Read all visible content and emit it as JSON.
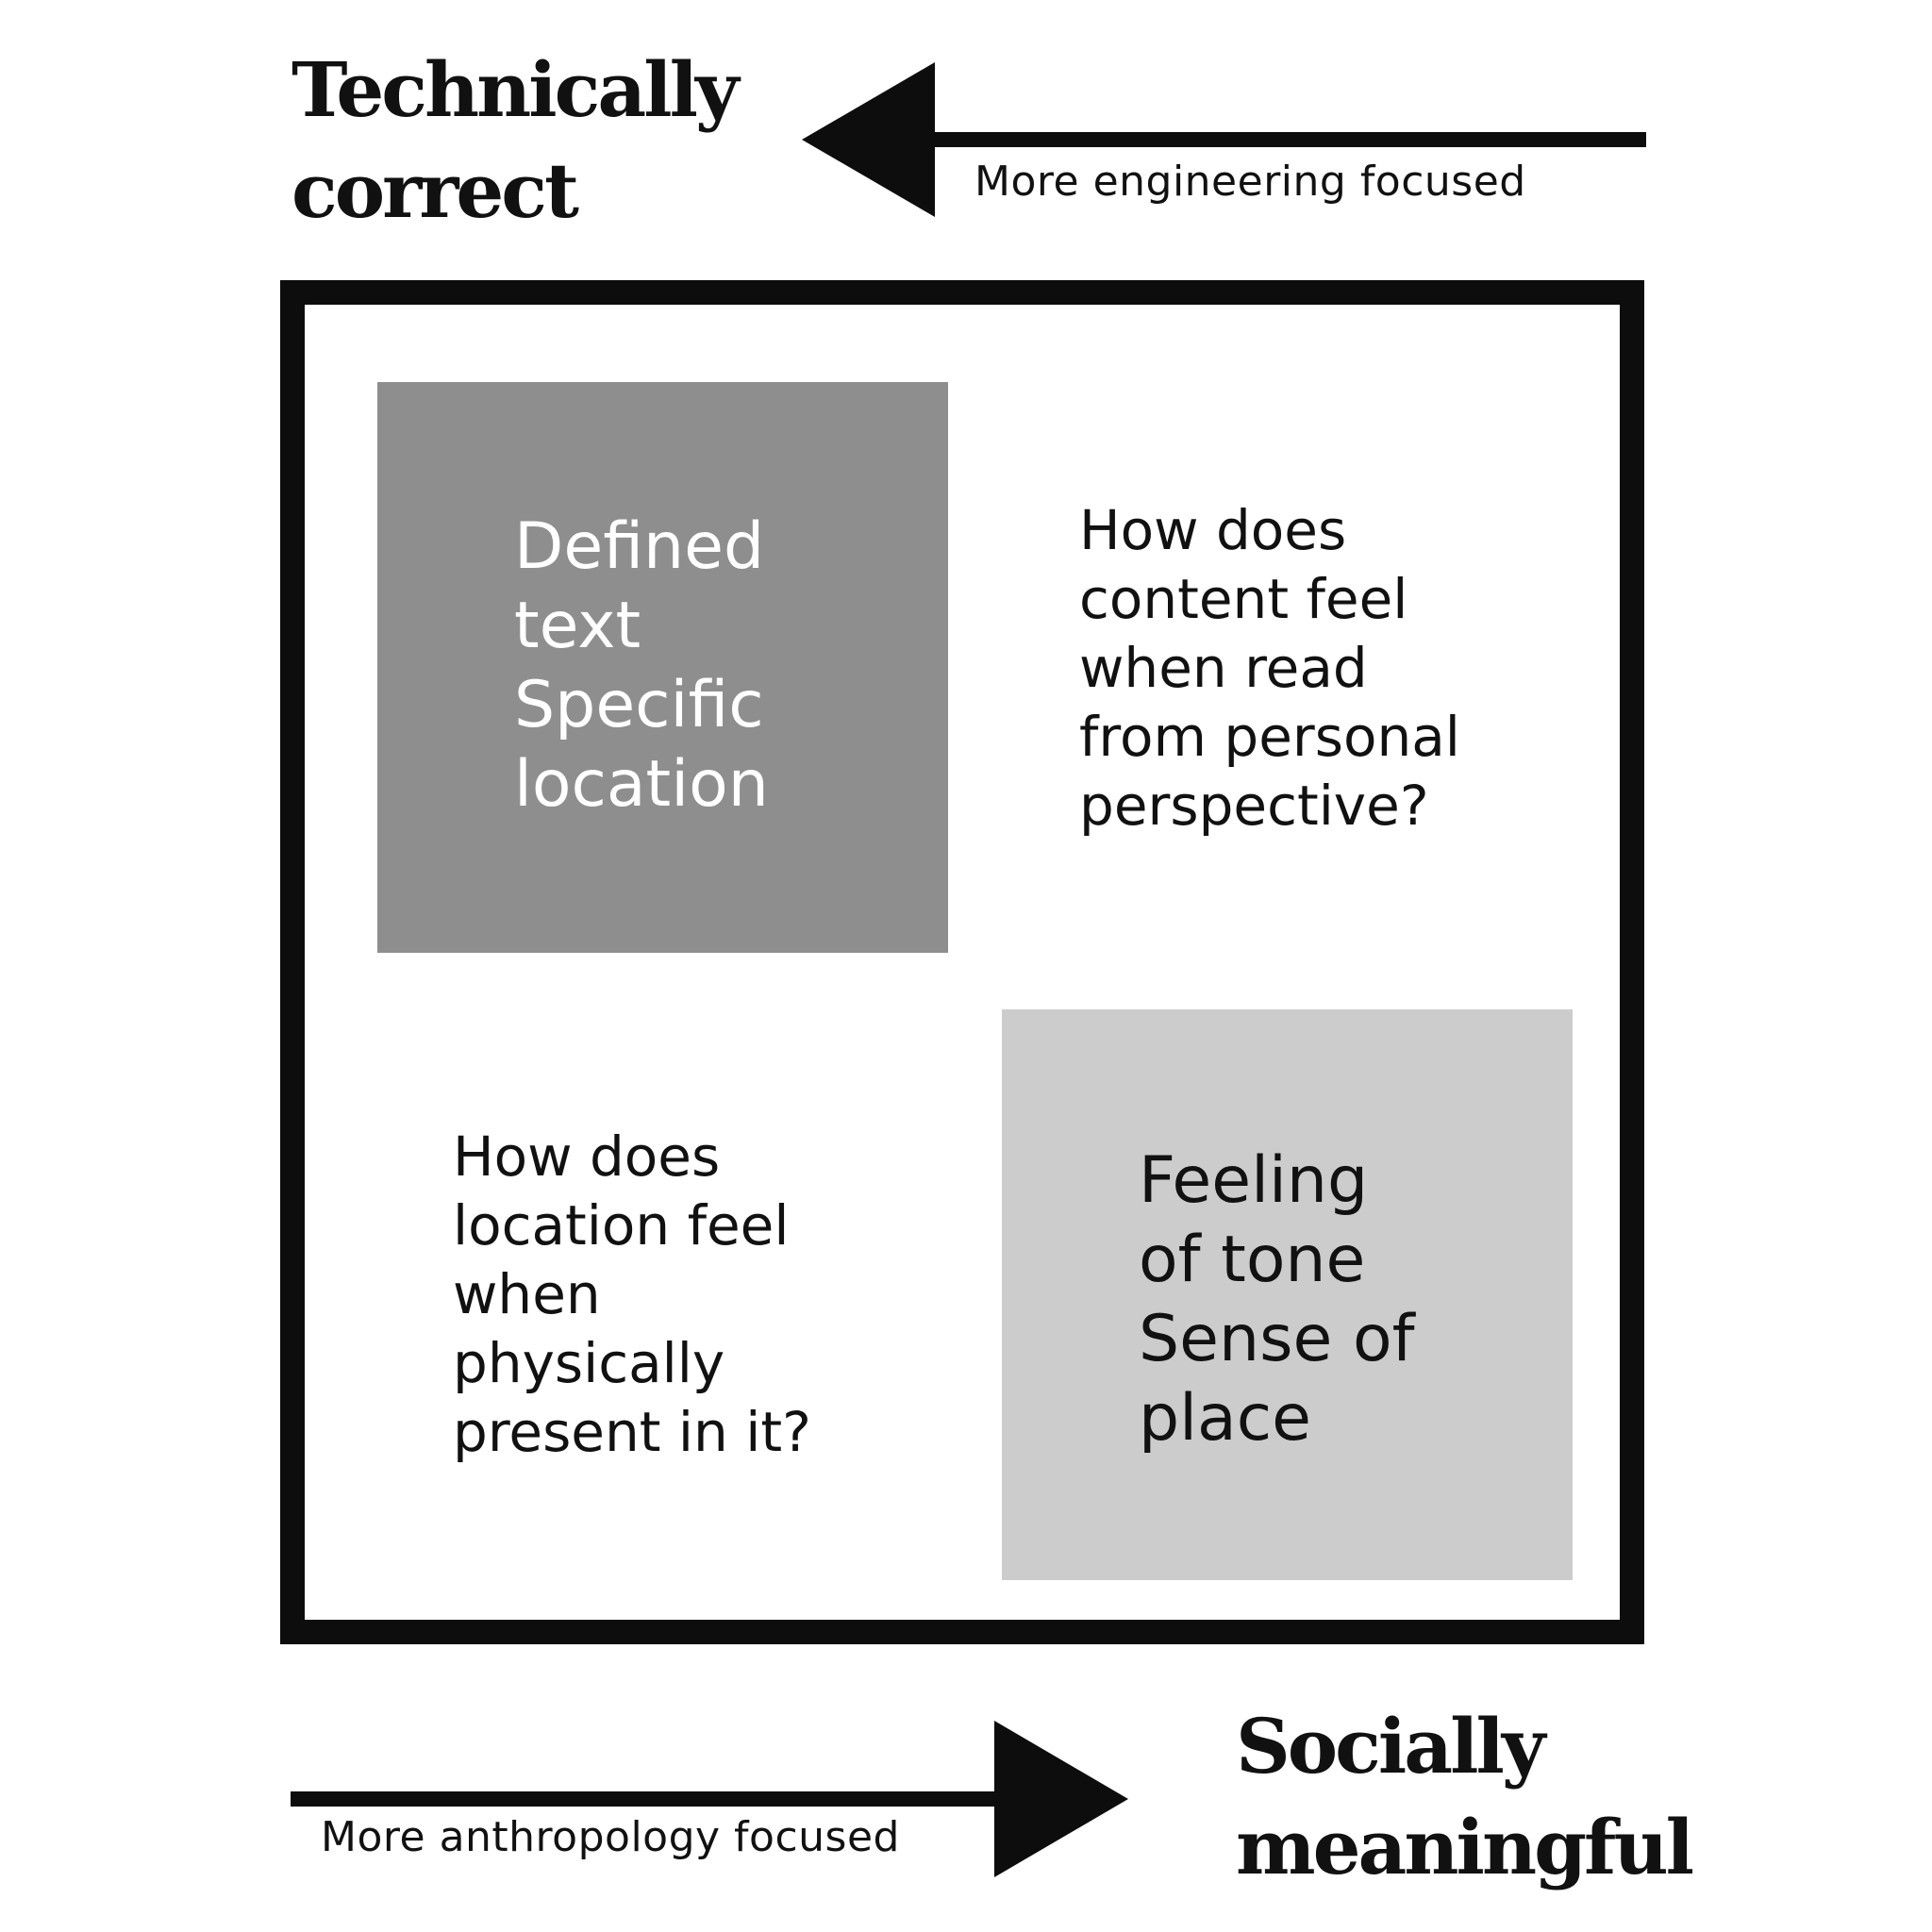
{
  "top_axis": {
    "title_lines": [
      "Technically",
      "correct"
    ],
    "caption": "More engineering focused",
    "arrow_direction": "left"
  },
  "bottom_axis": {
    "title_lines": [
      "Socially",
      "meaningful"
    ],
    "caption": "More anthropology focused",
    "arrow_direction": "right"
  },
  "quadrants": {
    "top_left": {
      "lines": [
        "Defined",
        "text",
        "Specific",
        "location"
      ],
      "fill": "#8e8e8e",
      "text_color": "#ffffff"
    },
    "top_right": {
      "lines": [
        "How does",
        "content feel",
        "when read",
        "from personal",
        "perspective?"
      ]
    },
    "bottom_left": {
      "lines": [
        "How does",
        "location feel",
        "when",
        "physically",
        "present in it?"
      ]
    },
    "bottom_right": {
      "lines": [
        "Feeling",
        "of tone",
        "Sense of",
        "place"
      ],
      "fill": "#cccccc",
      "text_color": "#111111"
    }
  },
  "colors": {
    "ink": "#0d0d0d",
    "background": "#ffffff"
  }
}
